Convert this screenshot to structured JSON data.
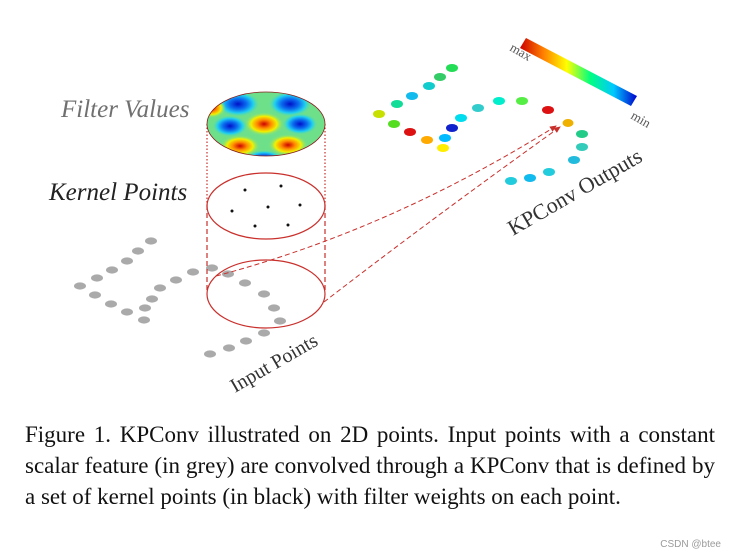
{
  "figure": {
    "labels": {
      "filter_values": "Filter Values",
      "kernel_points": "Kernel Points",
      "input_points": "Input Points",
      "outputs": "KPConv Outputs",
      "colorbar_max": "max",
      "colorbar_min": "min"
    },
    "colors": {
      "input_points": "#aaaaaa",
      "kernel_points": "#111111",
      "circle_outline": "#c9302c",
      "connector": "#c9302c",
      "label_grey": "#707070",
      "label_dark": "#222222"
    },
    "colorbar_stops": [
      "#cc0000",
      "#ff8000",
      "#ffff00",
      "#00ff80",
      "#00c8ff",
      "#0000cc"
    ]
  },
  "caption": {
    "text": "Figure 1. KPConv illustrated on 2D points.  Input points with a constant scalar feature (in grey) are convolved through a KPConv that is defined by a set of kernel points (in black) with filter weights on each point."
  },
  "watermark": "CSDN @btee"
}
